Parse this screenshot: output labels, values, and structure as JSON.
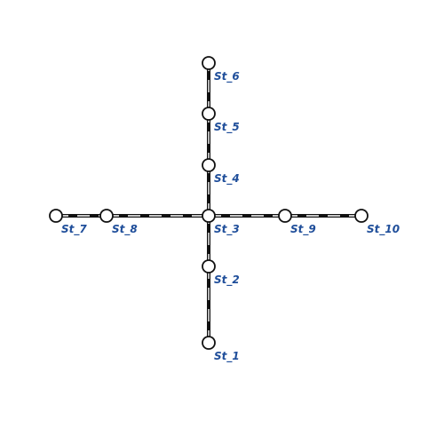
{
  "colors": {
    "track": "#111111",
    "track_stripe": "#ffffff",
    "station_fill": "#ffffff",
    "station_stroke": "#111111",
    "label": "#1f4e9a"
  },
  "stations": [
    {
      "id": "st1",
      "label": "St_1"
    },
    {
      "id": "st2",
      "label": "St_2"
    },
    {
      "id": "st3",
      "label": "St_3"
    },
    {
      "id": "st4",
      "label": "St_4"
    },
    {
      "id": "st5",
      "label": "St_5"
    },
    {
      "id": "st6",
      "label": "St_6"
    },
    {
      "id": "st7",
      "label": "St_7"
    },
    {
      "id": "st8",
      "label": "St_8"
    },
    {
      "id": "st9",
      "label": "St_9"
    },
    {
      "id": "st10",
      "label": "St_10"
    }
  ],
  "connections": [
    [
      "st1",
      "st2"
    ],
    [
      "st2",
      "st3"
    ],
    [
      "st3",
      "st4"
    ],
    [
      "st4",
      "st5"
    ],
    [
      "st5",
      "st6"
    ],
    [
      "st7",
      "st8"
    ],
    [
      "st8",
      "st3"
    ],
    [
      "st3",
      "st9"
    ],
    [
      "st9",
      "st10"
    ]
  ]
}
